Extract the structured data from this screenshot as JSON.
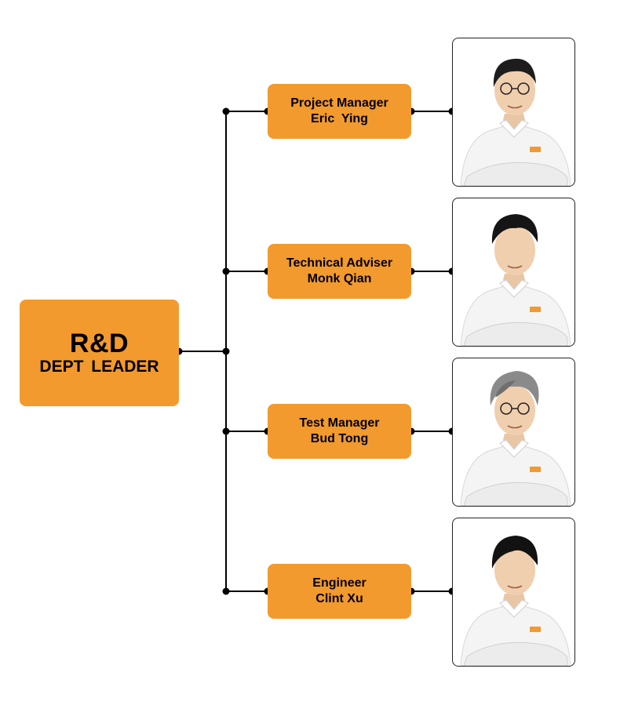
{
  "colors": {
    "accent": "#f29a2e",
    "line": "#000000"
  },
  "leader": {
    "title": "R&D",
    "subtitle": "DEPT  LEADER"
  },
  "members": [
    {
      "role": "Project Manager",
      "name": "Eric  Ying",
      "photo": "portrait-eric-ying"
    },
    {
      "role": "Technical Adviser",
      "name": "Monk Qian",
      "photo": "portrait-monk-qian"
    },
    {
      "role": "Test Manager",
      "name": "Bud Tong",
      "photo": "portrait-bud-tong"
    },
    {
      "role": "Engineer",
      "name": "Clint Xu",
      "photo": "portrait-clint-xu"
    }
  ]
}
